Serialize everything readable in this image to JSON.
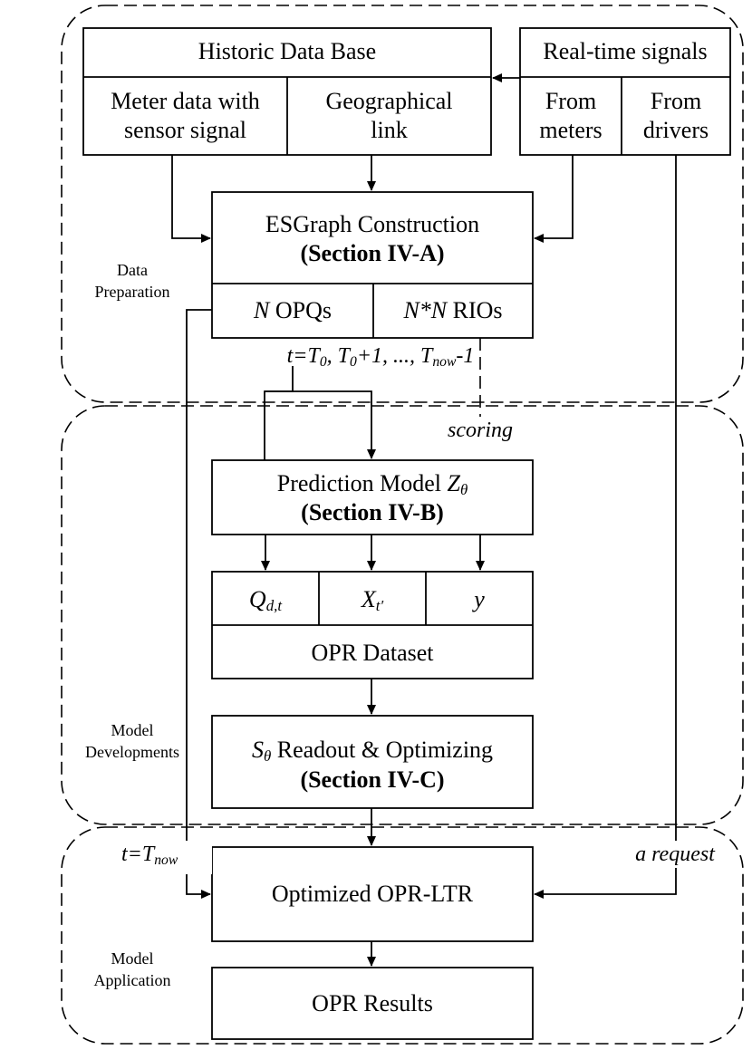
{
  "sections": {
    "data_preparation": "Data\nPreparation",
    "model_developments": "Model\nDevelopments",
    "model_application": "Model\nApplication"
  },
  "historic": {
    "title": "Historic Data Base",
    "meter_data": "Meter data with\nsensor signal",
    "geographical": "Geographical\nlink"
  },
  "realtime": {
    "title": "Real-time signals",
    "from_meters": "From\nmeters",
    "from_drivers": "From\ndrivers"
  },
  "esgraph": {
    "title": "ESGraph Construction",
    "section": "(Section IV-A)",
    "opqs_var": "N",
    "opqs_text": " OPQs",
    "rios_var": "N*N",
    "rios_text": " RIOs"
  },
  "time_range": {
    "t": "t",
    "eq": "=",
    "T0": "T",
    "T0_sub": "0",
    "sep1": ", ",
    "T1": "T",
    "T1_sub": "0",
    "plus1": "+1, ..., ",
    "Tn": "T",
    "Tn_sub": "now",
    "minus1": "-1"
  },
  "scoring": "scoring",
  "prediction": {
    "title": "Prediction Model ",
    "var": "Z",
    "var_sub": "θ",
    "section": "(Section IV-B)"
  },
  "dataset": {
    "q": "Q",
    "q_sub": "d,t",
    "x": "X",
    "x_sub": "t′",
    "y": "y",
    "title": "OPR Dataset"
  },
  "readout": {
    "var": "S",
    "var_sub": "θ",
    "title": " Readout & Optimizing",
    "section": "(Section IV-C)"
  },
  "t_now": {
    "t": "t",
    "eq": "=",
    "T": "T",
    "sub": "now"
  },
  "request": "a request",
  "optimized": "Optimized OPR-LTR",
  "results": "OPR Results"
}
